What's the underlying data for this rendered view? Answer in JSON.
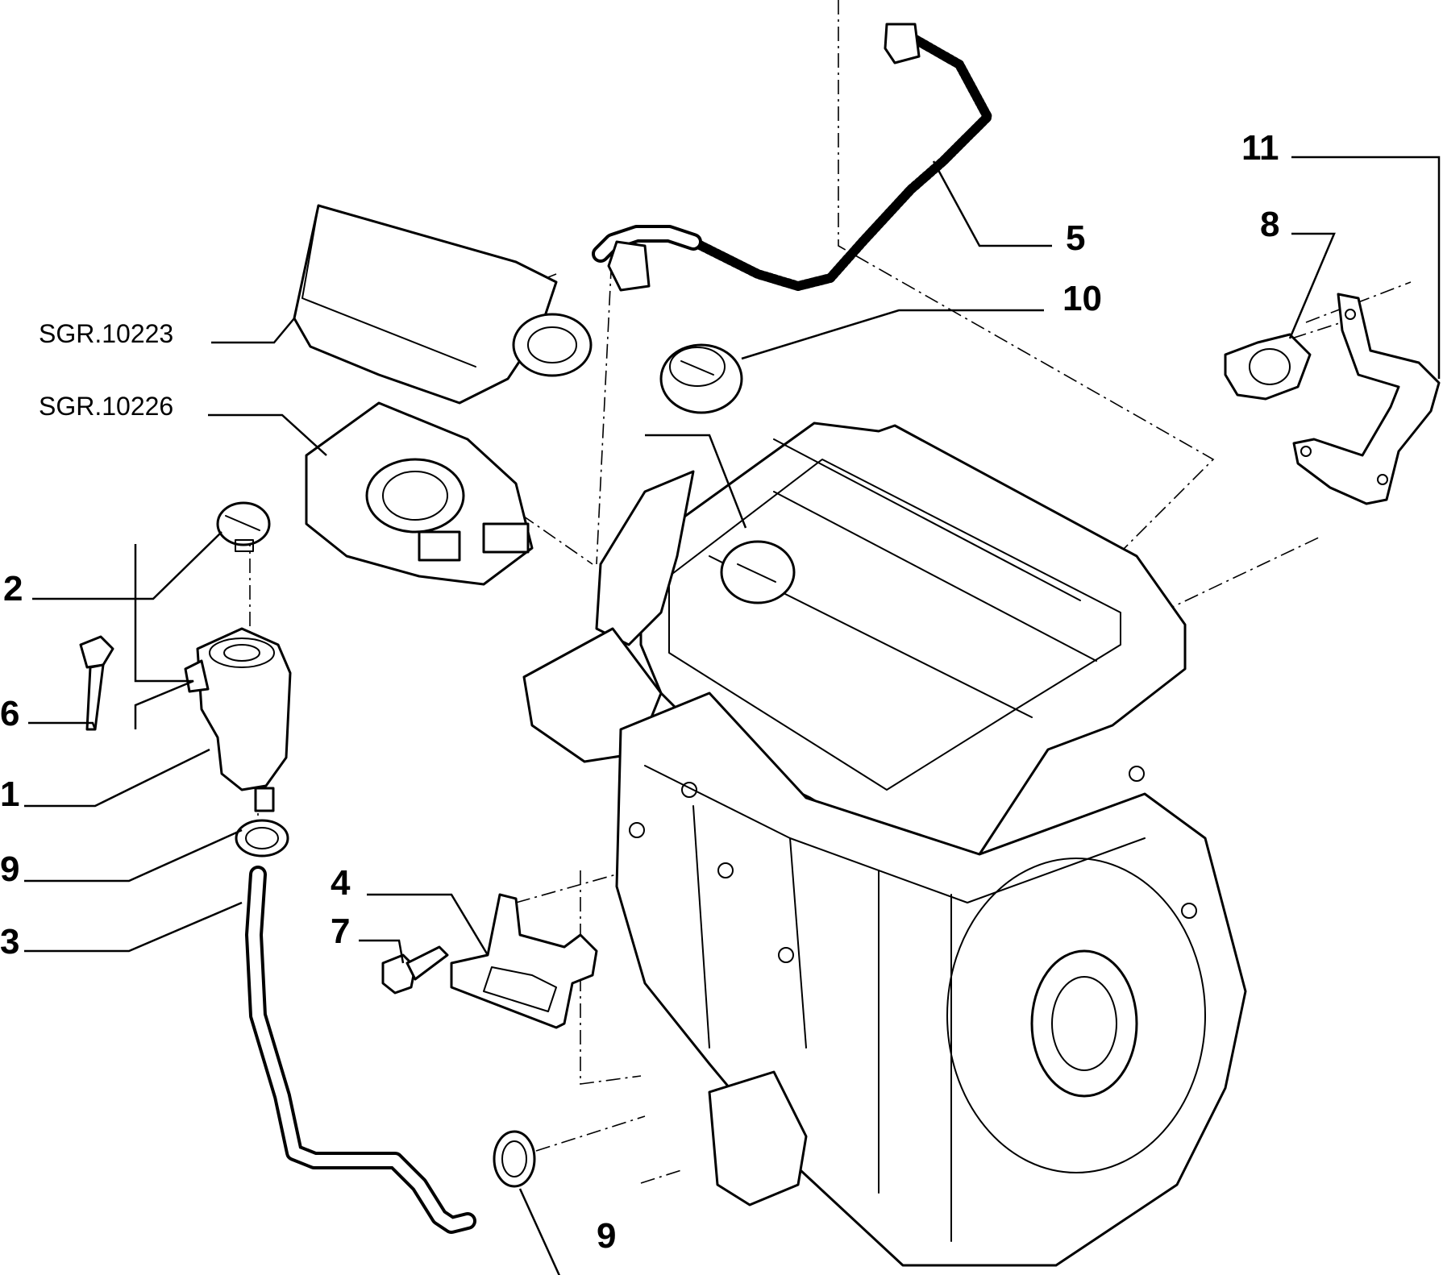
{
  "diagram": {
    "references": {
      "sgr_10223": "SGR.10223",
      "sgr_10226": "SGR.10226"
    },
    "callouts": [
      {
        "id": "c1",
        "label": "1",
        "part": "oil-separator"
      },
      {
        "id": "c2",
        "label": "2",
        "part": "separator-cap"
      },
      {
        "id": "c3",
        "label": "3",
        "part": "breather-hose"
      },
      {
        "id": "c4",
        "label": "4",
        "part": "mounting-bracket"
      },
      {
        "id": "c5",
        "label": "5",
        "part": "vent-pipe"
      },
      {
        "id": "c6",
        "label": "6",
        "part": "bolt"
      },
      {
        "id": "c7",
        "label": "7",
        "part": "bolt"
      },
      {
        "id": "c8",
        "label": "8",
        "part": "pipe-clip"
      },
      {
        "id": "c9a",
        "label": "9",
        "part": "hose-clamp-upper"
      },
      {
        "id": "c9b",
        "label": "9",
        "part": "hose-clamp-lower"
      },
      {
        "id": "c10",
        "label": "10",
        "part": "oil-filler-cap"
      },
      {
        "id": "c11",
        "label": "11",
        "part": "support-bracket"
      }
    ]
  }
}
